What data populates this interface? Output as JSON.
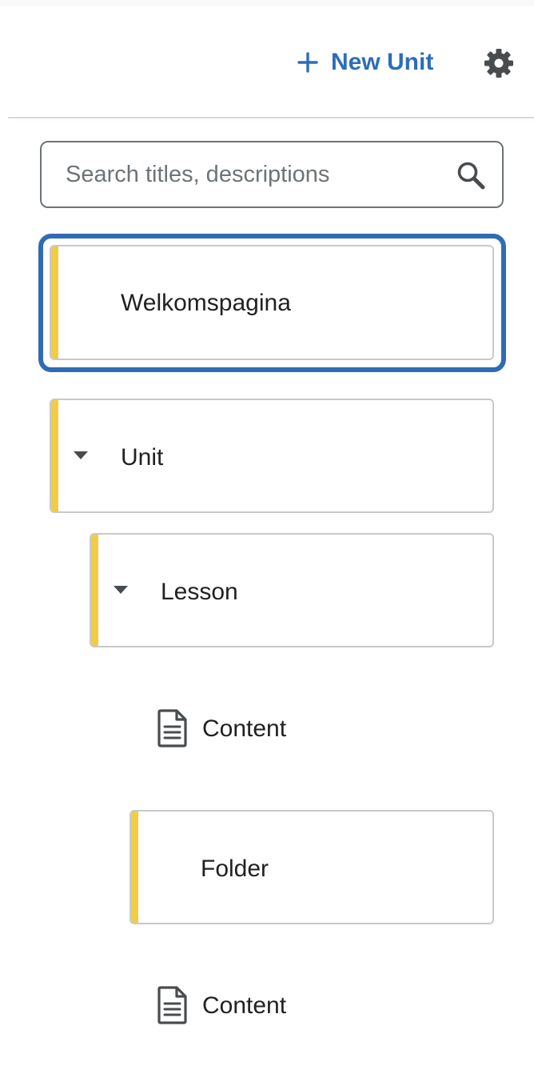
{
  "header": {
    "new_unit_label": "New Unit",
    "settings_icon": "gear-icon",
    "add_icon": "plus-icon"
  },
  "search": {
    "placeholder": "Search titles, descriptions",
    "value": "",
    "icon": "magnifier-icon"
  },
  "tree": {
    "welcome": {
      "label": "Welkomspagina"
    },
    "unit": {
      "label": "Unit",
      "expanded": true
    },
    "lesson": {
      "label": "Lesson",
      "expanded": true
    },
    "content_1": {
      "label": "Content",
      "icon": "document-icon"
    },
    "folder": {
      "label": "Folder"
    },
    "content_2": {
      "label": "Content",
      "icon": "document-icon"
    }
  },
  "colors": {
    "accent_blue": "#2a6ebb",
    "focus_ring": "#2f6cb3",
    "card_stripe": "#f2cc42",
    "card_border": "#c7c9cc"
  }
}
